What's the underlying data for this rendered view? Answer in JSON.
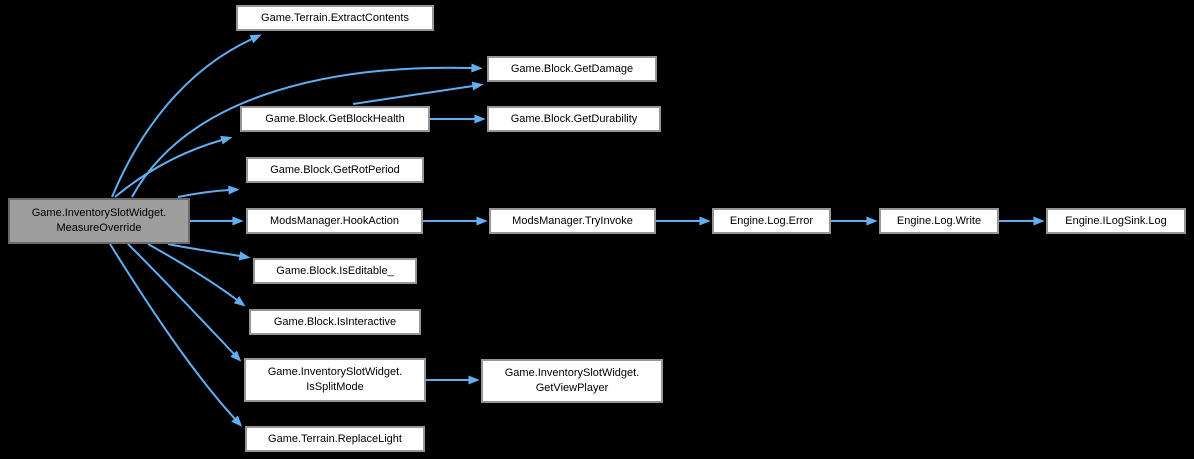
{
  "diagram": {
    "kind": "call-graph",
    "colors": {
      "background": "#000000",
      "arrow": "#61aff2",
      "node_fill": "#ffffff",
      "node_border": "#969696",
      "root_fill": "#9e9e9e",
      "root_border": "#6b6b6b",
      "text": "#000000"
    },
    "nodes": [
      {
        "id": "measure-override",
        "label": "Game.InventorySlotWidget.\nMeasureOverride"
      },
      {
        "id": "extract-contents",
        "label": "Game.Terrain.ExtractContents"
      },
      {
        "id": "get-damage",
        "label": "Game.Block.GetDamage"
      },
      {
        "id": "get-block-health",
        "label": "Game.Block.GetBlockHealth"
      },
      {
        "id": "get-durability",
        "label": "Game.Block.GetDurability"
      },
      {
        "id": "get-rot-period",
        "label": "Game.Block.GetRotPeriod"
      },
      {
        "id": "hook-action",
        "label": "ModsManager.HookAction"
      },
      {
        "id": "try-invoke",
        "label": "ModsManager.TryInvoke"
      },
      {
        "id": "log-error",
        "label": "Engine.Log.Error"
      },
      {
        "id": "log-write",
        "label": "Engine.Log.Write"
      },
      {
        "id": "ilogsink-log",
        "label": "Engine.ILogSink.Log"
      },
      {
        "id": "is-editable",
        "label": "Game.Block.IsEditable_"
      },
      {
        "id": "is-interactive",
        "label": "Game.Block.IsInteractive"
      },
      {
        "id": "is-split-mode",
        "label": "Game.InventorySlotWidget.\nIsSplitMode"
      },
      {
        "id": "get-view-player",
        "label": "Game.InventorySlotWidget.\nGetViewPlayer"
      },
      {
        "id": "replace-light",
        "label": "Game.Terrain.ReplaceLight"
      }
    ],
    "edges": [
      {
        "from": "measure-override",
        "to": "extract-contents"
      },
      {
        "from": "measure-override",
        "to": "get-damage"
      },
      {
        "from": "measure-override",
        "to": "get-block-health"
      },
      {
        "from": "measure-override",
        "to": "get-rot-period"
      },
      {
        "from": "measure-override",
        "to": "hook-action"
      },
      {
        "from": "measure-override",
        "to": "is-editable"
      },
      {
        "from": "measure-override",
        "to": "is-interactive"
      },
      {
        "from": "measure-override",
        "to": "is-split-mode"
      },
      {
        "from": "measure-override",
        "to": "replace-light"
      },
      {
        "from": "get-block-health",
        "to": "get-damage"
      },
      {
        "from": "get-block-health",
        "to": "get-durability"
      },
      {
        "from": "hook-action",
        "to": "try-invoke"
      },
      {
        "from": "try-invoke",
        "to": "log-error"
      },
      {
        "from": "log-error",
        "to": "log-write"
      },
      {
        "from": "log-write",
        "to": "ilogsink-log"
      },
      {
        "from": "is-split-mode",
        "to": "get-view-player"
      }
    ]
  }
}
